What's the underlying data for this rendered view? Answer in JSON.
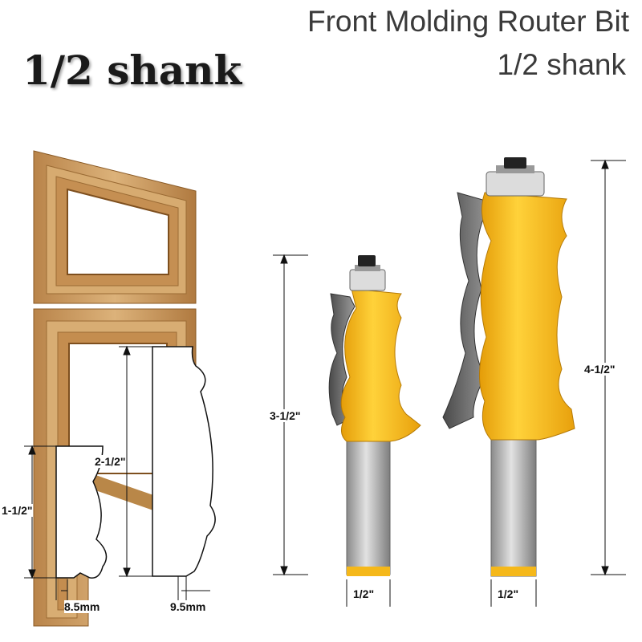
{
  "brand_label": "1/2 shank",
  "product": {
    "title": "Front Molding Router Bit",
    "subtitle": "1/2 shank"
  },
  "dimensions": {
    "profile_small_height": "1-1/2\"",
    "profile_large_height": "2-1/2\"",
    "profile_small_width": "8.5mm",
    "profile_large_width": "9.5mm",
    "bit_small_height": "3-1/2\"",
    "bit_large_height": "4-1/2\"",
    "bit_small_shank": "1/2\"",
    "bit_large_shank": "1/2\""
  },
  "colors": {
    "wood": "#c99a5c",
    "bit_body": "#f5b81a",
    "carbide": "#6b6b6b",
    "shank": "#a9a9a9"
  }
}
